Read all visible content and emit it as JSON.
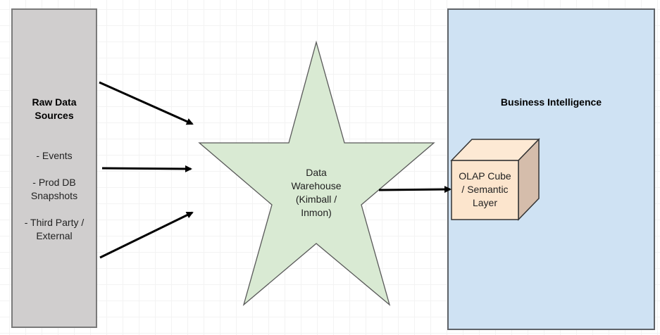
{
  "diagram": {
    "raw_sources": {
      "title": "Raw Data Sources",
      "title_lines": [
        "Raw Data",
        "Sources"
      ],
      "items": [
        {
          "lines": [
            "- Events"
          ]
        },
        {
          "lines": [
            "- Prod DB",
            "Snapshots"
          ]
        },
        {
          "lines": [
            "- Third Party /",
            "External"
          ]
        }
      ],
      "fill_color": "#d0cece"
    },
    "data_warehouse": {
      "lines": [
        "Data",
        "Warehouse",
        "(Kimball /",
        "Inmon)"
      ],
      "shape": "star",
      "fill_color": "#d9ead3"
    },
    "business_intelligence": {
      "title": "Business Intelligence",
      "fill_color": "#cfe2f3"
    },
    "olap_cube": {
      "lines": [
        "OLAP Cube",
        "/ Semantic",
        "Layer"
      ],
      "shape": "cube",
      "fill_color": "#fce5cd",
      "side_color": "#d5bdab"
    },
    "connections": [
      {
        "from": "raw-sources",
        "to": "data-warehouse",
        "label": ""
      },
      {
        "from": "raw-sources",
        "to": "data-warehouse",
        "label": ""
      },
      {
        "from": "raw-sources",
        "to": "data-warehouse",
        "label": ""
      },
      {
        "from": "data-warehouse",
        "to": "olap-cube",
        "label": ""
      }
    ]
  }
}
